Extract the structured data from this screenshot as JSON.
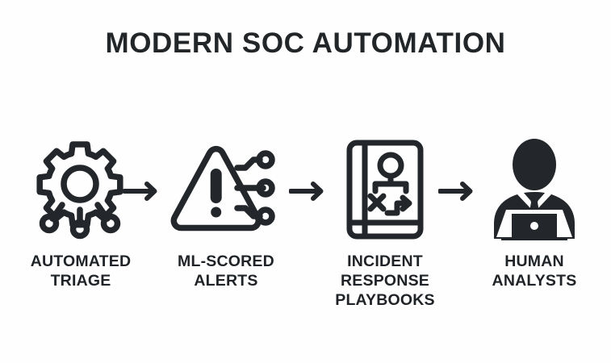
{
  "poster": {
    "title": "MODERN SOC AUTOMATION",
    "background_color": "#fefefe",
    "ink_color": "#23272b"
  },
  "flow": {
    "steps": [
      {
        "id": "automated-triage",
        "icon": "gear-nodes-icon",
        "label_line1": "AUTOMATED",
        "label_line2": "TRIAGE",
        "label_line3": ""
      },
      {
        "id": "ml-scored-alerts",
        "icon": "warning-triangle-circuit-icon",
        "label_line1": "ML-SCORED",
        "label_line2": "ALERTS",
        "label_line3": ""
      },
      {
        "id": "incident-response-playbooks",
        "icon": "playbook-flowchart-icon",
        "label_line1": "INCIDENT",
        "label_line2": "RESPONSE",
        "label_line3": "PLAYBOOKS"
      },
      {
        "id": "human-analysts",
        "icon": "analyst-laptop-icon",
        "label_line1": "HUMAN",
        "label_line2": "ANALYSTS",
        "label_line3": ""
      }
    ],
    "connectors": [
      {
        "id": "arrow-1",
        "icon": "arrow-right-icon"
      },
      {
        "id": "arrow-2",
        "icon": "arrow-right-icon"
      },
      {
        "id": "arrow-3",
        "icon": "arrow-right-icon"
      }
    ]
  }
}
